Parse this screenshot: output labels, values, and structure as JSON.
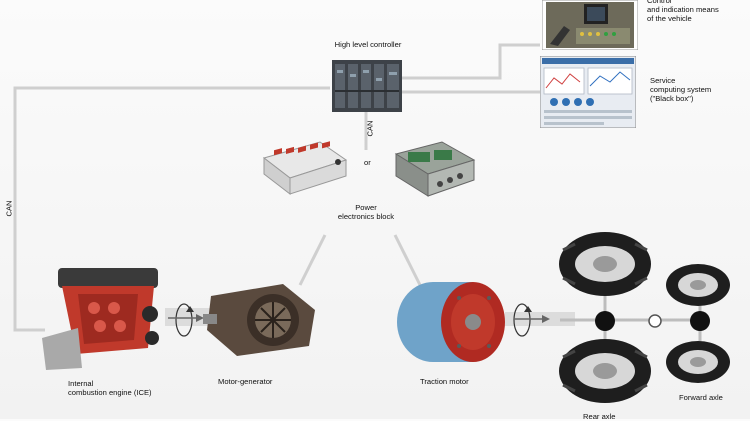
{
  "labels": {
    "high_level_controller": "High level controller",
    "control_indication": "Control\nand indication means\nof the vehicle",
    "service_computing": "Service\ncomputing system\n(\"Black box\")",
    "power_electronics": "Power\nelectronics block",
    "or": "or",
    "can_vertical": "CAN",
    "can_left": "CAN",
    "ice": "Internal\ncombustion engine (ICE)",
    "motor_generator": "Motor-generator",
    "traction_motor": "Traction motor",
    "rear_axle": "Rear axle",
    "forward_axle": "Forward axle"
  },
  "icons": [
    "controller-cabinet",
    "vehicle-console",
    "computer-monitor",
    "power-electronics-red",
    "power-electronics-green",
    "ice-engine",
    "motor-generator",
    "traction-motor",
    "tire",
    "rotation-arrow",
    "flow-arrow"
  ],
  "colors": {
    "wire": "#c8c8c8",
    "engine_red": "#c0392b",
    "motor_blue": "#6fa3c9",
    "shaft": "#d6d6d6"
  }
}
